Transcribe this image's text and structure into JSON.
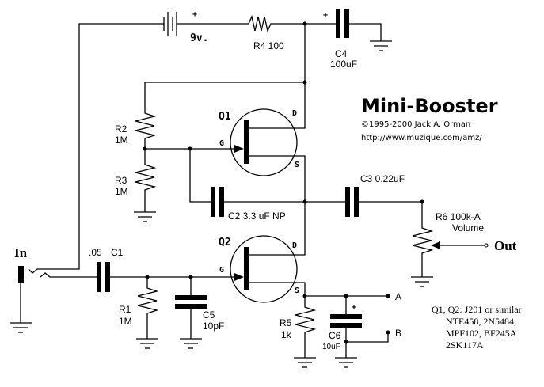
{
  "title": "Mini-Booster",
  "copyright": "©1995-2000 Jack A. Orman",
  "url": "http://www.muzique.com/amz/",
  "io": {
    "input": "In",
    "output": "Out"
  },
  "battery": {
    "label": "9v.",
    "polarity": "+"
  },
  "components": {
    "R1": {
      "name": "R1",
      "value": "1M"
    },
    "R2": {
      "name": "R2",
      "value": "1M"
    },
    "R3": {
      "name": "R3",
      "value": "1M"
    },
    "R4": {
      "label": "R4  100"
    },
    "R5": {
      "name": "R5",
      "value": "1k"
    },
    "R6": {
      "label": "R6 100k-A",
      "function": "Volume"
    },
    "C1": {
      "value": ".05",
      "name": "C1"
    },
    "C2": {
      "label": "C2   3.3 uF NP"
    },
    "C3": {
      "label": "C3   0.22uF"
    },
    "C4": {
      "name": "C4",
      "value": "100uF",
      "polarity": "+"
    },
    "C5": {
      "name": "C5",
      "value": "10pF"
    },
    "C6": {
      "name": "C6",
      "value": "10uF",
      "polarity": "+"
    }
  },
  "transistors": {
    "Q1": {
      "name": "Q1",
      "pins": {
        "gate": "G",
        "drain": "D",
        "source": "S"
      }
    },
    "Q2": {
      "name": "Q2",
      "pins": {
        "gate": "G",
        "drain": "D",
        "source": "S"
      }
    }
  },
  "terminals": {
    "A": "A",
    "B": "B"
  },
  "notes": {
    "line1": "Q1, Q2:   J201 or similar",
    "line2": "NTE458, 2N5484,",
    "line3": "MPF102, BF245A",
    "line4": "2SK117A"
  }
}
